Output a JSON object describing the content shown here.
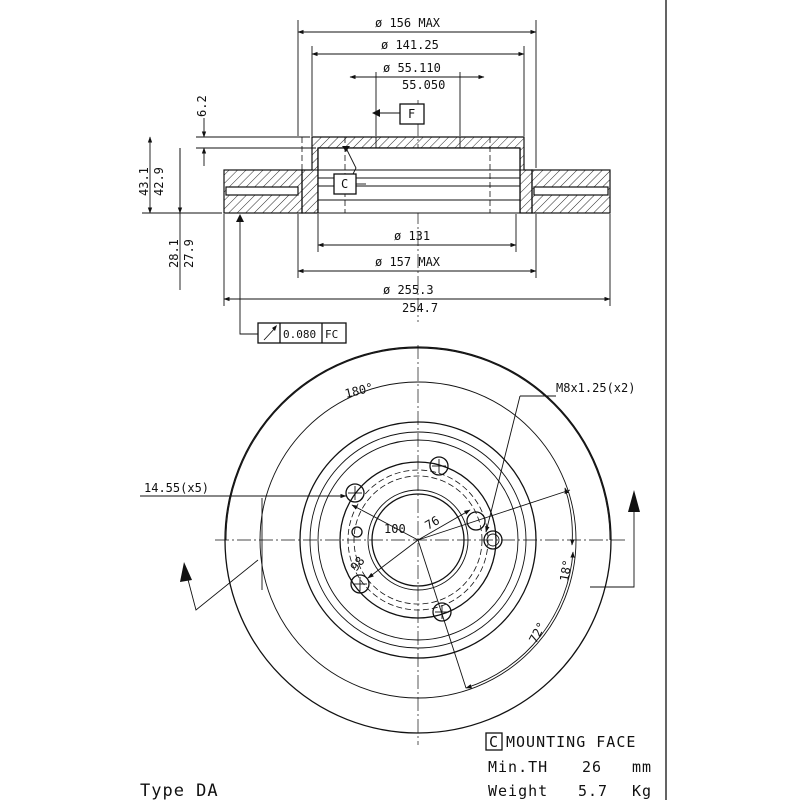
{
  "side_view": {
    "dim_156_max": "ø 156 MAX",
    "dim_141_25": "ø 141.25",
    "dim_55_110": "ø 55.110",
    "dim_55_050": "55.050",
    "dim_6_2": "6.2",
    "dim_43_1": "43.1",
    "dim_42_9": "42.9",
    "dim_28_1": "28.1",
    "dim_27_9": "27.9",
    "dim_131": "ø 131",
    "dim_157_max": "ø 157 MAX",
    "dim_255_3": "ø 255.3",
    "dim_254_7": "254.7",
    "datum_f": "F",
    "datum_c": "C",
    "tolerance_value": "0.080",
    "tolerance_ref": "FC"
  },
  "front_view": {
    "angle_180": "180°",
    "thread_spec": "M8x1.25(x2)",
    "hole_spec": "14.55(x5)",
    "pcd_100": "100",
    "dim_76": "76",
    "dim_98": "98",
    "angle_18": "18°",
    "angle_72": "72°"
  },
  "legend": {
    "c_letter": "C",
    "mounting_face": "MOUNTING FACE",
    "min_th_label": "Min.TH",
    "min_th_value": "26",
    "min_th_unit": "mm",
    "weight_label": "Weight",
    "weight_value": "5.7",
    "weight_unit": "Kg"
  },
  "type_label": "Type DA"
}
